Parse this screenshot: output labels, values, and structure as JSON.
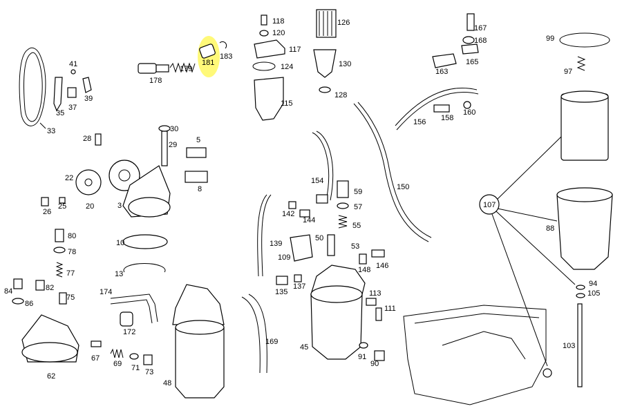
{
  "diagram": {
    "highlight_color": "#fff86a",
    "labels": {
      "l33": "33",
      "l35": "35",
      "l37": "37",
      "l39": "39",
      "l41": "41",
      "l178": "178",
      "l179": "179",
      "l181": "181",
      "l183": "183",
      "l118": "118",
      "l120": "120",
      "l117": "117",
      "l124": "124",
      "l115": "115",
      "l126": "126",
      "l130": "130",
      "l128": "128",
      "l167": "167",
      "l168": "168",
      "l163": "163",
      "l165": "165",
      "l99": "99",
      "l97": "97",
      "l156": "156",
      "l158": "158",
      "l160": "160",
      "l150": "150",
      "l28": "28",
      "l30": "30",
      "l29": "29",
      "l5": "5",
      "l8": "8",
      "l22": "22",
      "l20": "20",
      "l3": "3",
      "l26": "26",
      "l25": "25",
      "l154": "154",
      "l59": "59",
      "l57": "57",
      "l55": "55",
      "l53": "53",
      "l50": "50",
      "l142": "142",
      "l144": "144",
      "l109": "109",
      "l139": "139",
      "l148": "148",
      "l146": "146",
      "l107": "107",
      "l88": "88",
      "l80": "80",
      "l78": "78",
      "l77": "77",
      "l10": "10",
      "l13": "13",
      "l84": "84",
      "l86": "86",
      "l82": "82",
      "l75": "75",
      "l174": "174",
      "l172": "172",
      "l67": "67",
      "l69": "69",
      "l71": "71",
      "l73": "73",
      "l62": "62",
      "l48": "48",
      "l135": "135",
      "l137": "137",
      "l169": "169",
      "l45": "45",
      "l113": "113",
      "l111": "111",
      "l91": "91",
      "l90": "90",
      "l94": "94",
      "l105": "105",
      "l103": "103"
    }
  }
}
